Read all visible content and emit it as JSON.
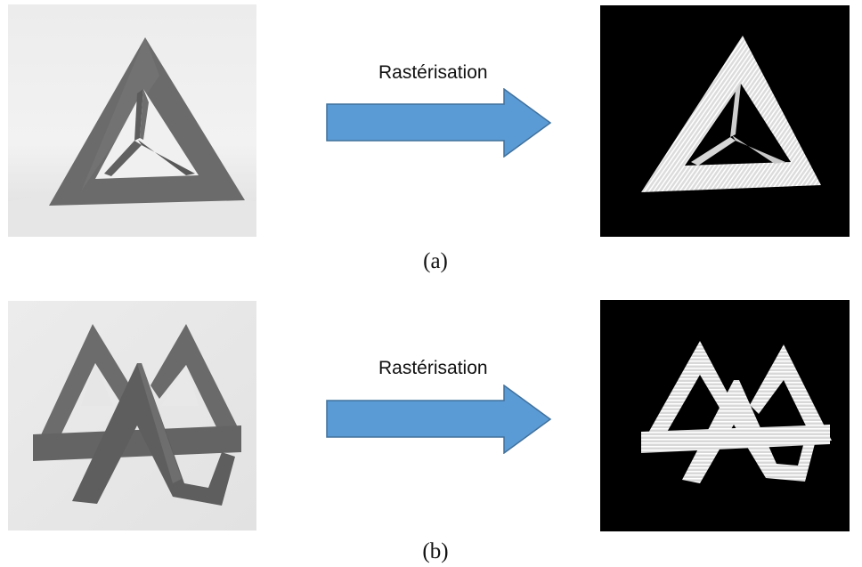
{
  "rows": [
    {
      "arrow_label": "Rastérisation",
      "caption": "(a)"
    },
    {
      "arrow_label": "Rastérisation",
      "caption": "(b)"
    }
  ],
  "colors": {
    "arrow_fill": "#5b9bd5",
    "arrow_stroke": "#41719c",
    "solid_grey": "#6a6a6a",
    "raster_bg": "#000000",
    "raster_fg": "#e6e6e6"
  }
}
